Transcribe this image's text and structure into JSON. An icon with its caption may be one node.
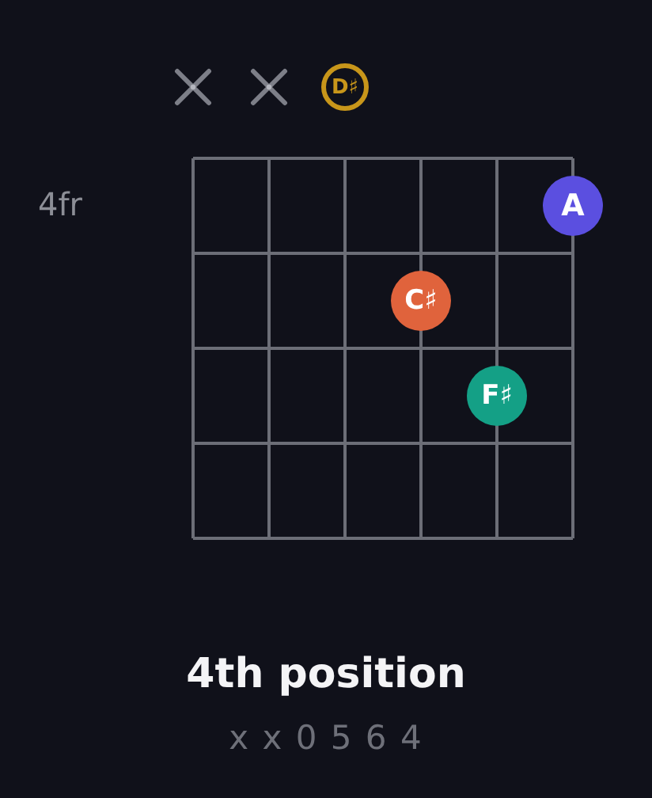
{
  "diagram": {
    "title": "4th position",
    "nodes": [
      {
        "text": [
          "D♯"
        ]
      },
      {
        "text": [
          "A"
        ]
      },
      {
        "text": [
          "C♯"
        ]
      },
      {
        "text": [
          "F♯"
        ]
      }
    ],
    "labels": [
      "4fr",
      "x x 0 5 6 4"
    ]
  }
}
